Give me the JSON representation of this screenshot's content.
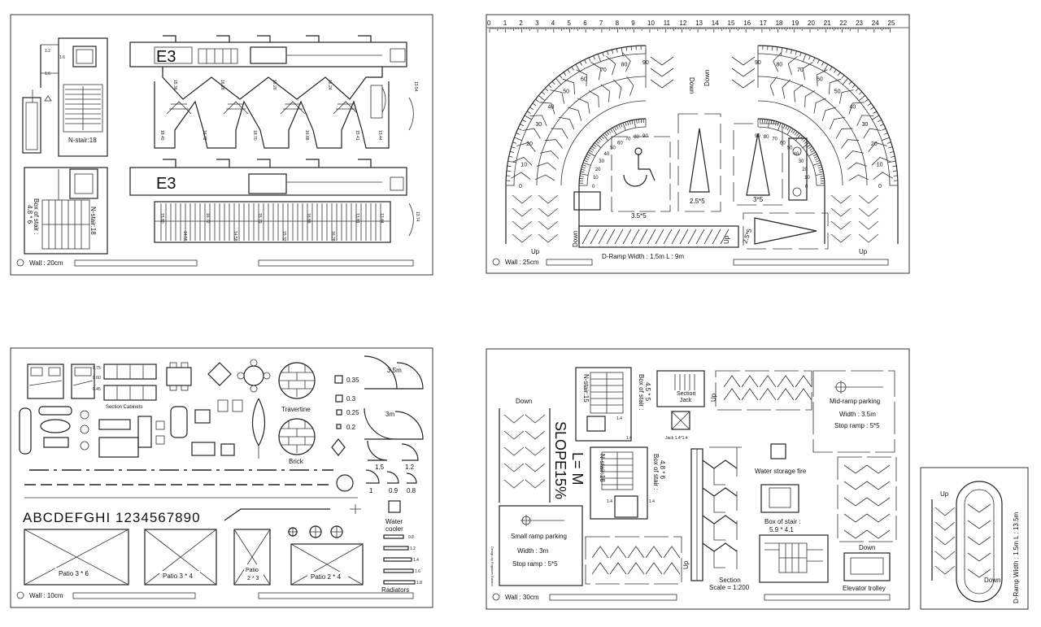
{
  "panels": {
    "top_left": {
      "wall": "Wall : 20cm",
      "n_stair": "N-stair:18",
      "n_stair_2": "N-stair:18",
      "box_of_stair": "Box of stair :",
      "box_dims": "4.8 * 6",
      "dims": [
        "1.2",
        "1.6",
        "1.6"
      ],
      "stair_dims_top": [
        "15.36",
        "16.28",
        "15.20",
        "16.24",
        "15.36",
        "13.54"
      ],
      "stair_dims_mid": [
        "18.40",
        "16.72",
        "18.70",
        "16.88",
        "15.41",
        "13.44"
      ],
      "stair_dims_low_a": [
        "15.80",
        "16.72",
        "15.79",
        "16.88",
        "13.81",
        "13.44",
        "13.74"
      ],
      "stair_dims_low_b": [
        "14.55",
        "14.58",
        "15.32",
        "16.28",
        "14.64"
      ]
    },
    "top_right": {
      "wall": "Wall : 25cm",
      "ruler": [
        "0",
        "1",
        "2",
        "3",
        "4",
        "5",
        "6",
        "7",
        "8",
        "9",
        "10",
        "11",
        "12",
        "13",
        "14",
        "15",
        "16",
        "17",
        "18",
        "19",
        "20",
        "21",
        "22",
        "23",
        "24",
        "25"
      ],
      "protractor_outer": [
        "90",
        "80",
        "70",
        "60",
        "50",
        "40",
        "30",
        "20",
        "10",
        "0"
      ],
      "protractor_inner": [
        "90",
        "80",
        "70",
        "60",
        "50",
        "40",
        "30",
        "20",
        "10",
        "0"
      ],
      "labels": {
        "down_1": "Down",
        "down_2": "Down",
        "down_3": "Down",
        "up_1": "Up",
        "up_2": "Up",
        "up_3": "Up",
        "tri_1": "2.5*5",
        "tri_2": "3*5",
        "tri_3": "2.5*5",
        "parking": "3.5*5",
        "ramp": "D-Ramp Width : 1.5m   L : 9m"
      }
    },
    "bottom_left": {
      "wall": "Wall : 10cm",
      "alphabet": "ABCDEFGHI",
      "numbers": "1234567890",
      "section_cabinets": "Section Cabinets",
      "travertine": "Travertine",
      "brick": "Brick",
      "water_cooler_1": "Water",
      "water_cooler_2": "cooler",
      "radiators": "Radiators",
      "radiator_sizes": [
        "0.8",
        "1.2",
        "1.4",
        "1.6",
        "1.8"
      ],
      "cabinet_dims": [
        "0.75",
        "0.60",
        "0.45"
      ],
      "door_sizes": [
        "3.5m",
        "3m",
        "1.5",
        "1.2",
        "1",
        "0.9",
        "0.8"
      ],
      "column_sizes": [
        "0.35",
        "0.3",
        "0.25",
        "0.2"
      ],
      "patios": [
        "Patio 3 * 6",
        "Patio 3 * 4",
        "Patio",
        "2 * 3",
        "Patio 2 * 4"
      ]
    },
    "bottom_right": {
      "wall": "Wall : 30cm",
      "down_1": "Down",
      "down_2": "Down",
      "up_1": "Up",
      "up_2": "Up",
      "slope": "SLOPE15%",
      "l_m": "L=    M",
      "n_stair_1": "N-stair:15",
      "n_stair_2": "N-stair:18",
      "box_stair_1": "Box of stair :",
      "box_stair_1_dims": "4.5 * 5",
      "box_stair_2": "Box of stair :",
      "box_stair_2_dims": "4.8 * 6",
      "box_stair_3": "Box of stair :",
      "box_stair_3_dims": "5.9 * 4.1",
      "section_jack_1": "Section",
      "section_jack_2": "Jack",
      "jack_dims": "Jack 1.4*1.4",
      "mid_ramp_title": "Mid-ramp parking",
      "mid_ramp_width": "Width : 3.5m",
      "mid_ramp_stop": "Stop ramp : 5*5",
      "small_ramp_title": "Small ramp parking",
      "small_ramp_width": "Width : 3m",
      "small_ramp_stop": "Stop ramp : 5*5",
      "water_storage": "Water storage fire",
      "section": "Section",
      "scale": "Scale = 1:200",
      "elevator": "Elevator trolley",
      "designer": "Design by Engineer Rahimi",
      "dims_small": [
        "1.4",
        "1.4",
        "1.4",
        "1.4"
      ]
    },
    "far_right": {
      "up": "Up",
      "down": "Down",
      "ramp": "D-Ramp Width : 1.5m   L : 13.5m"
    }
  }
}
